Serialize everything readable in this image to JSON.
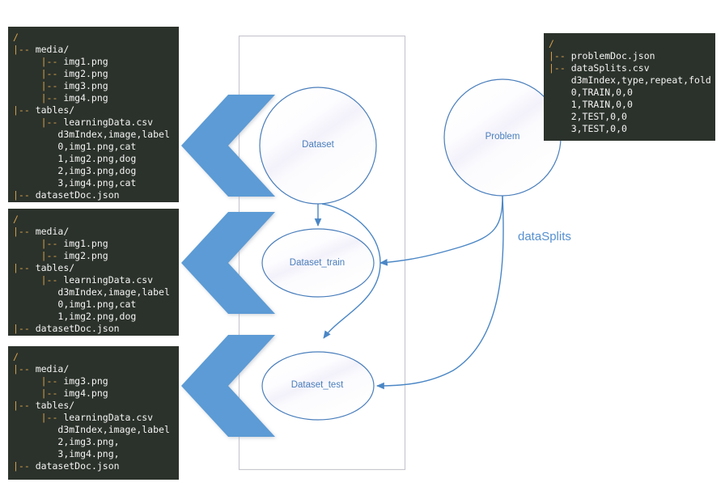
{
  "diagram": {
    "title": "D3M dataset splitting diagram",
    "colors": {
      "chevron": "#5B9BD5",
      "ellipse_stroke": "#4a7ebb",
      "connector": "#4a86c5",
      "container_border": "#c8c8d0",
      "terminal_bg": "#2b322b",
      "terminal_tree": "#d8a24c",
      "terminal_text": "#f4f4f4",
      "label_text": "#4a7ebb"
    }
  },
  "container": {
    "name": "dataset-container-box"
  },
  "nodes": {
    "dataset": {
      "label": "Dataset"
    },
    "dataset_train": {
      "label": "Dataset_train"
    },
    "dataset_test": {
      "label": "Dataset_test"
    },
    "problem": {
      "label": "Problem"
    }
  },
  "edges": {
    "datasplits_label": "dataSplits"
  },
  "chevrons": [
    {
      "name": "chevron-dataset-full"
    },
    {
      "name": "chevron-dataset-train"
    },
    {
      "name": "chevron-dataset-test"
    }
  ],
  "terminals": {
    "dataset_full": {
      "name": "dataset-full-tree",
      "lines": [
        [
          {
            "t": "tree",
            "s": "/"
          }
        ],
        [
          {
            "t": "tree",
            "s": "|-- "
          },
          {
            "t": "txt",
            "s": "media/"
          }
        ],
        [
          {
            "t": "tree",
            "s": "     |-- "
          },
          {
            "t": "txt",
            "s": "img1.png"
          }
        ],
        [
          {
            "t": "tree",
            "s": "     |-- "
          },
          {
            "t": "txt",
            "s": "img2.png"
          }
        ],
        [
          {
            "t": "tree",
            "s": "     |-- "
          },
          {
            "t": "txt",
            "s": "img3.png"
          }
        ],
        [
          {
            "t": "tree",
            "s": "     |-- "
          },
          {
            "t": "txt",
            "s": "img4.png"
          }
        ],
        [
          {
            "t": "tree",
            "s": "|-- "
          },
          {
            "t": "txt",
            "s": "tables/"
          }
        ],
        [
          {
            "t": "tree",
            "s": "     |-- "
          },
          {
            "t": "txt",
            "s": "learningData.csv"
          }
        ],
        [
          {
            "t": "tree",
            "s": "        "
          },
          {
            "t": "txt",
            "s": "d3mIndex,image,label"
          }
        ],
        [
          {
            "t": "tree",
            "s": "        "
          },
          {
            "t": "txt",
            "s": "0,img1.png,cat"
          }
        ],
        [
          {
            "t": "tree",
            "s": "        "
          },
          {
            "t": "txt",
            "s": "1,img2.png,dog"
          }
        ],
        [
          {
            "t": "tree",
            "s": "        "
          },
          {
            "t": "txt",
            "s": "2,img3.png,dog"
          }
        ],
        [
          {
            "t": "tree",
            "s": "        "
          },
          {
            "t": "txt",
            "s": "3,img4.png,cat"
          }
        ],
        [
          {
            "t": "tree",
            "s": "|-- "
          },
          {
            "t": "txt",
            "s": "datasetDoc.json"
          }
        ]
      ]
    },
    "dataset_train": {
      "name": "dataset-train-tree",
      "lines": [
        [
          {
            "t": "tree",
            "s": "/"
          }
        ],
        [
          {
            "t": "tree",
            "s": "|-- "
          },
          {
            "t": "txt",
            "s": "media/"
          }
        ],
        [
          {
            "t": "tree",
            "s": "     |-- "
          },
          {
            "t": "txt",
            "s": "img1.png"
          }
        ],
        [
          {
            "t": "tree",
            "s": "     |-- "
          },
          {
            "t": "txt",
            "s": "img2.png"
          }
        ],
        [
          {
            "t": "tree",
            "s": "|-- "
          },
          {
            "t": "txt",
            "s": "tables/"
          }
        ],
        [
          {
            "t": "tree",
            "s": "     |-- "
          },
          {
            "t": "txt",
            "s": "learningData.csv"
          }
        ],
        [
          {
            "t": "tree",
            "s": "        "
          },
          {
            "t": "txt",
            "s": "d3mIndex,image,label"
          }
        ],
        [
          {
            "t": "tree",
            "s": "        "
          },
          {
            "t": "txt",
            "s": "0,img1.png,cat"
          }
        ],
        [
          {
            "t": "tree",
            "s": "        "
          },
          {
            "t": "txt",
            "s": "1,img2.png,dog"
          }
        ],
        [
          {
            "t": "tree",
            "s": "|-- "
          },
          {
            "t": "txt",
            "s": "datasetDoc.json"
          }
        ]
      ]
    },
    "dataset_test": {
      "name": "dataset-test-tree",
      "lines": [
        [
          {
            "t": "tree",
            "s": "/"
          }
        ],
        [
          {
            "t": "tree",
            "s": "|-- "
          },
          {
            "t": "txt",
            "s": "media/"
          }
        ],
        [
          {
            "t": "tree",
            "s": "     |-- "
          },
          {
            "t": "txt",
            "s": "img3.png"
          }
        ],
        [
          {
            "t": "tree",
            "s": "     |-- "
          },
          {
            "t": "txt",
            "s": "img4.png"
          }
        ],
        [
          {
            "t": "tree",
            "s": "|-- "
          },
          {
            "t": "txt",
            "s": "tables/"
          }
        ],
        [
          {
            "t": "tree",
            "s": "     |-- "
          },
          {
            "t": "txt",
            "s": "learningData.csv"
          }
        ],
        [
          {
            "t": "tree",
            "s": "        "
          },
          {
            "t": "txt",
            "s": "d3mIndex,image,label"
          }
        ],
        [
          {
            "t": "tree",
            "s": "        "
          },
          {
            "t": "txt",
            "s": "2,img3.png,"
          }
        ],
        [
          {
            "t": "tree",
            "s": "        "
          },
          {
            "t": "txt",
            "s": "3,img4.png,"
          }
        ],
        [
          {
            "t": "tree",
            "s": "|-- "
          },
          {
            "t": "txt",
            "s": "datasetDoc.json"
          }
        ]
      ]
    },
    "problem": {
      "name": "problem-tree",
      "lines": [
        [
          {
            "t": "tree",
            "s": "/"
          }
        ],
        [
          {
            "t": "tree",
            "s": "|-- "
          },
          {
            "t": "txt",
            "s": "problemDoc.json"
          }
        ],
        [
          {
            "t": "tree",
            "s": "|-- "
          },
          {
            "t": "txt",
            "s": "dataSplits.csv"
          }
        ],
        [
          {
            "t": "tree",
            "s": "    "
          },
          {
            "t": "txt",
            "s": "d3mIndex,type,repeat,fold"
          }
        ],
        [
          {
            "t": "tree",
            "s": "    "
          },
          {
            "t": "txt",
            "s": "0,TRAIN,0,0"
          }
        ],
        [
          {
            "t": "tree",
            "s": "    "
          },
          {
            "t": "txt",
            "s": "1,TRAIN,0,0"
          }
        ],
        [
          {
            "t": "tree",
            "s": "    "
          },
          {
            "t": "txt",
            "s": "2,TEST,0,0"
          }
        ],
        [
          {
            "t": "tree",
            "s": "    "
          },
          {
            "t": "txt",
            "s": "3,TEST,0,0"
          }
        ]
      ]
    }
  }
}
